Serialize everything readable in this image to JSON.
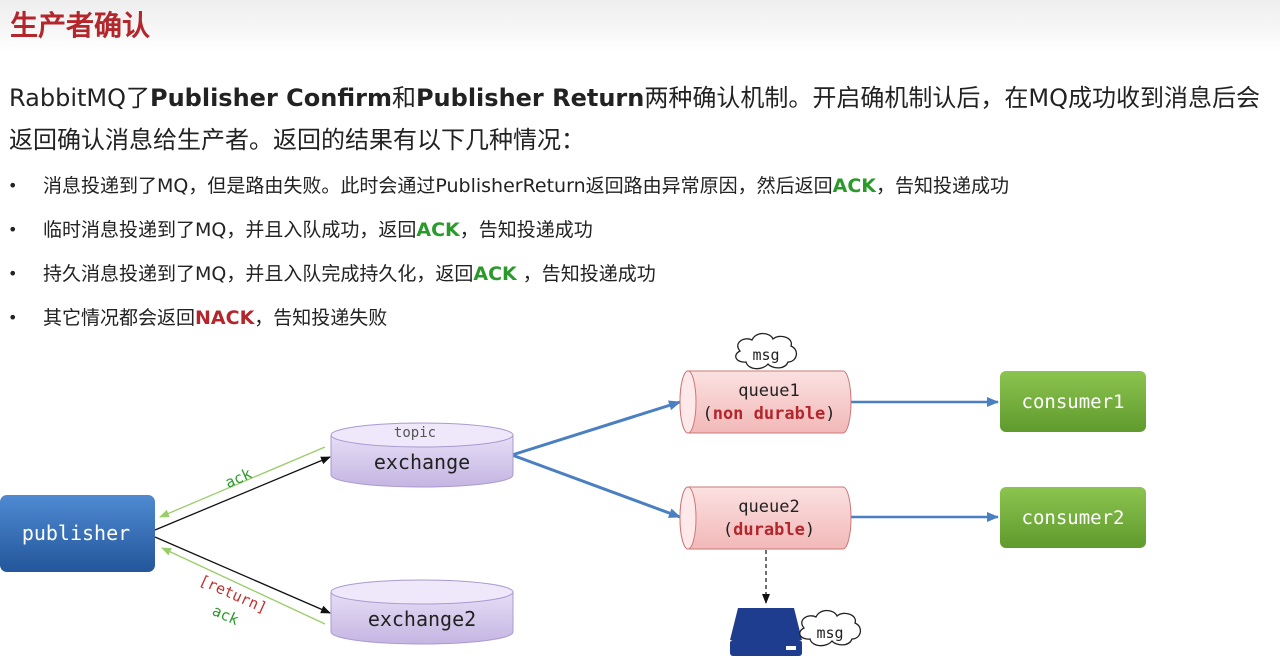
{
  "page": {
    "title": "生产者确认"
  },
  "intro": {
    "t1": "RabbitMQ了",
    "b1": "Publisher Confirm",
    "t2": "和",
    "b2": "Publisher Return",
    "t3": "两种确认机制。开启确机制认后，在MQ成功收到消息后会返回确认消息给生产者。返回的结果有以下几种情况："
  },
  "bullets": [
    {
      "pre": "消息投递到了MQ，但是路由失败。此时会通过PublisherReturn返回路由异常原因，然后返回",
      "kw": "ACK",
      "post": "，告知投递成功"
    },
    {
      "pre": "临时消息投递到了MQ，并且入队成功，返回",
      "kw": "ACK",
      "post": "，告知投递成功"
    },
    {
      "pre": "持久消息投递到了MQ，并且入队完成持久化，返回",
      "kw": "ACK",
      "post": " ，告知投递成功"
    },
    {
      "pre": "其它情况都会返回",
      "kw": "NACK",
      "post": "，告知投递失败"
    }
  ],
  "bullet_marker": "•",
  "diagram": {
    "publisher": "publisher",
    "exchange_type": "topic",
    "exchange": "exchange",
    "exchange2": "exchange2",
    "queue1_name": "queue1",
    "queue1_mode": "(non durable)",
    "queue1_open": "(",
    "queue1_kw": "non durable",
    "queue1_close": ")",
    "queue2_name": "queue2",
    "queue2_open": "(",
    "queue2_kw": "durable",
    "queue2_close": ")",
    "consumer1": "consumer1",
    "consumer2": "consumer2",
    "msg_top": "msg",
    "msg_disk": "msg",
    "ack_top": "ack",
    "return_label": "[return]",
    "ack_bottom": "ack"
  },
  "colors": {
    "title": "#b3262b",
    "green": "#2a9a2a",
    "red": "#b3262b",
    "publisher": "#2f6db5",
    "exchange": "#cfc2e8",
    "queue": "#f6c4c4",
    "consumer": "#72ad3a",
    "arrow_blue": "#4a7fc1",
    "ack_line": "#9acd6a"
  }
}
